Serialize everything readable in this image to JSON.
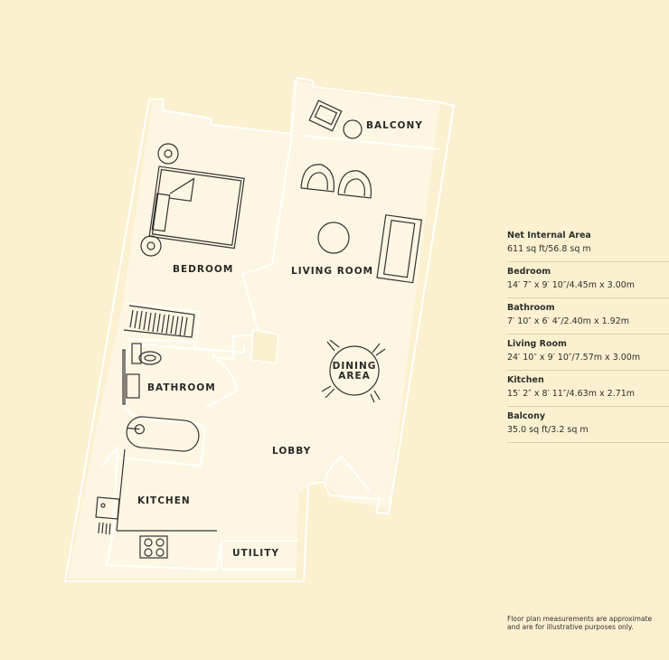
{
  "rooms": {
    "balcony": "BALCONY",
    "bedroom": "BEDROOM",
    "living_room": "LIVING ROOM",
    "dining_area_1": "DINING",
    "dining_area_2": "AREA",
    "bathroom": "BATHROOM",
    "lobby": "LOBBY",
    "kitchen": "KITCHEN",
    "utility": "UTILITY"
  },
  "areas": [
    {
      "name": "Net Internal Area",
      "value": "611 sq ft/56.8 sq m"
    },
    {
      "name": "Bedroom",
      "value": "14′ 7″ x 9′ 10″/4.45m x 3.00m"
    },
    {
      "name": "Bathroom",
      "value": "7′ 10″ x 6′ 4″/2.40m x 1.92m"
    },
    {
      "name": "Living Room",
      "value": "24′ 10″ x 9′ 10″/7.57m x 3.00m"
    },
    {
      "name": "Kitchen",
      "value": "15′ 2″ x 8′ 11″/4.63m x 2.71m"
    },
    {
      "name": "Balcony",
      "value": "35.0 sq ft/3.2 sq m"
    }
  ],
  "footnote": "Floor plan measurements are approximate and are for illustrative purposes only.",
  "colors": {
    "background": "#fbf0cf",
    "interior": "#fdf6e2",
    "wall": "#ffffff",
    "text": "#2a2a2a"
  }
}
